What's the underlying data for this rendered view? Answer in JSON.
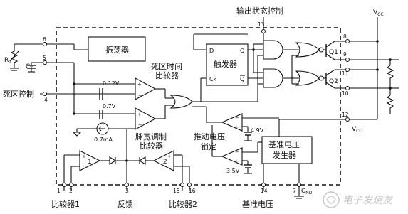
{
  "labels": {
    "output_control": "输出状态控制",
    "vcc_top": "V",
    "vcc_top_sub": "CC",
    "vcc_bottom": "V",
    "vcc_bottom_sub": "CC",
    "rt": "R",
    "rt_sub": "T",
    "ct": "C",
    "ct_sub": "T",
    "deadtime_control": "死区控制",
    "oscillator": "振荡器",
    "deadtime_comp_1": "死区时间",
    "deadtime_comp_2": "比较器",
    "flipflop": "触发器",
    "ff_d": "D",
    "ff_q": "Q",
    "ff_ck": "Ck",
    "ff_qbar": "Q",
    "v012": "0.12V",
    "v07": "0.7V",
    "ma07": "0.7mA",
    "pwm_comp_1": "脉宽调制",
    "pwm_comp_2": "比较器",
    "drive_lock_1": "推动电压",
    "drive_lock_2": "锁定",
    "v49": "4.9V",
    "v35": "3.5V",
    "ref_1": "基准电压",
    "ref_2": "发生器",
    "q1": "Q1",
    "q2": "Q2",
    "op1": "1",
    "op2": "2",
    "gnd": "G",
    "gnd_sub": "ND",
    "bottom_comp1": "比较器1",
    "bottom_feedback": "反馈",
    "bottom_comp2": "比较器2",
    "bottom_ref": "基准电压",
    "watermark": "电子发烧友"
  },
  "pins": {
    "p1": "1",
    "p2": "2",
    "p3": "3",
    "p4": "4",
    "p5": "5",
    "p6": "6",
    "p7": "7",
    "p8": "8",
    "p9": "9",
    "p10": "10",
    "p11": "11",
    "p12": "12",
    "p13": "13",
    "p14": "14",
    "p15": "15",
    "p16": "16"
  }
}
